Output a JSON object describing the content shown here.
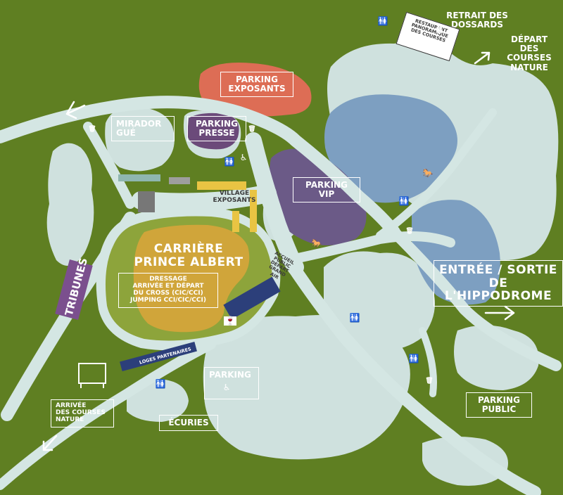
{
  "colors": {
    "grass": "#5f7f22",
    "road": "#d4e6e3",
    "trees": "#cfe1de",
    "parking_public": "#7d9fc1",
    "parking_vip": "#6b5a87",
    "parking_presse": "#6b4a7a",
    "parking_exposants": "#dd6d55",
    "arena": "#d0a53a",
    "track": "#8da43b",
    "tribunes": "#7b4f8e",
    "navy": "#2c3f7a"
  },
  "labels": {
    "retrait_dossards": "Retrait des\ndossards",
    "restaurant": "Restaurant\npanoramique\ndes courses",
    "depart_courses": "Départ des\ncourses\nnature",
    "parking_exposants": "Parking\nexposants",
    "mirador": "Mirador\ngué",
    "parking_presse": "Parking\npresse",
    "parking_vip": "Parking\nVIP",
    "village_exposants": "Village\nexposants",
    "carriere": "Carrière\nPrince Albert",
    "dressage": "Dressage\narrivée et départ\ndu cross (CIC/CCI)\njumping CCI/CIC/CCI)",
    "tribunes": "Tribunes",
    "accueil": "Accueil\npublic\ndépart\ngrand\nair",
    "entree_sortie": "Entrée / Sortie\nde l'hippodrome",
    "parking_center": "Parking",
    "loges": "Loges partenaires",
    "ecuries": "Écuries",
    "arrivee_courses": "Arrivée\ndes courses\nnature",
    "parking_public": "Parking\npublic"
  },
  "icons": {
    "toilets": "toilets-icon",
    "trash": "trash-bin-icon",
    "wheelchair": "wheelchair-icon",
    "horse": "horse-icon",
    "arrow": "arrow-icon",
    "screen": "screen-icon",
    "wine": "wine-glass-icon"
  }
}
